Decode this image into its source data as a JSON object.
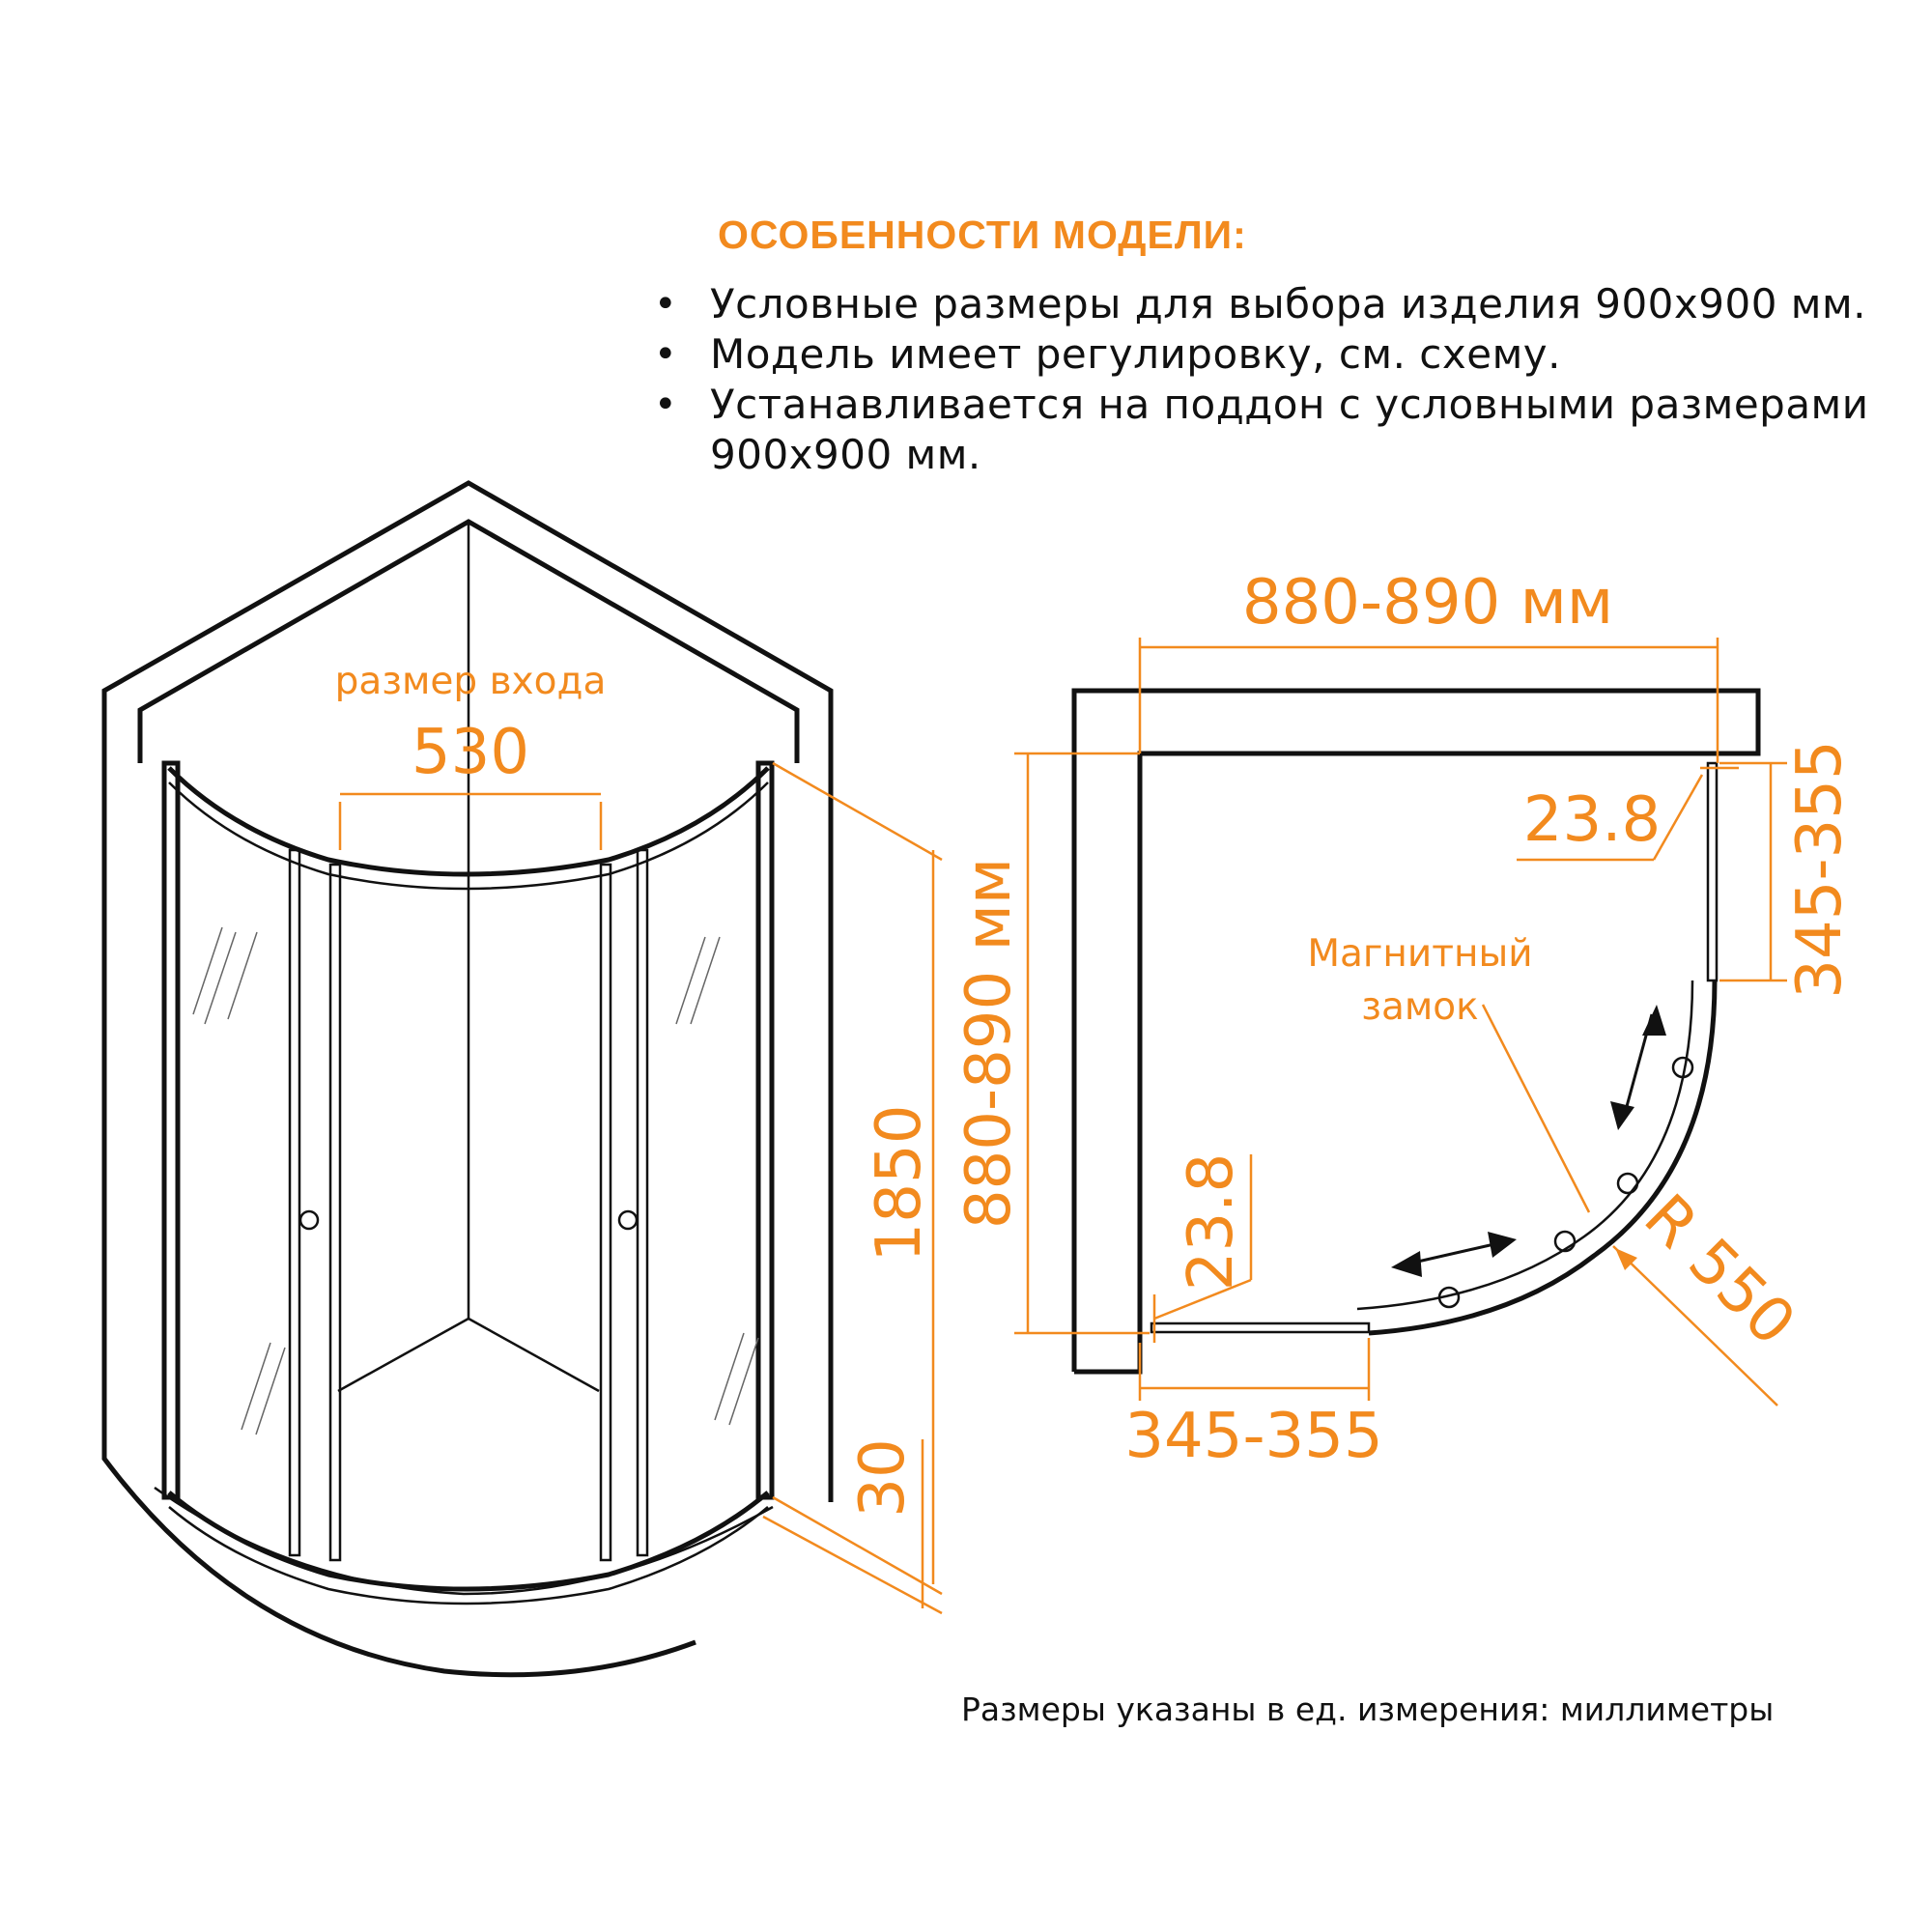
{
  "features": {
    "heading": "ОСОБЕННОСТИ МОДЕЛИ:",
    "items": [
      "Условные размеры для выбора изделия 900х900 мм.",
      "Модель имеет регулировку, см. схему.",
      "Устанавливается на поддон с условными размерами 900х900 мм."
    ]
  },
  "iso_view": {
    "entrance_label": "размер входа",
    "entrance_width": "530",
    "height": "1850",
    "tray_height": "30"
  },
  "plan_view": {
    "top_width": "880-890 мм",
    "side_depth": "880-890 мм",
    "gap_top": "23.8",
    "gap_left": "23.8",
    "right_panel": "345-355",
    "bottom_panel": "345-355",
    "radius": "R 550",
    "magnetic_lock": "Магнитный замок"
  },
  "footer": {
    "units_note": "Размеры указаны в ед. измерения: миллиметры"
  },
  "colors": {
    "accent": "#F28A1E",
    "line": "#111111"
  }
}
